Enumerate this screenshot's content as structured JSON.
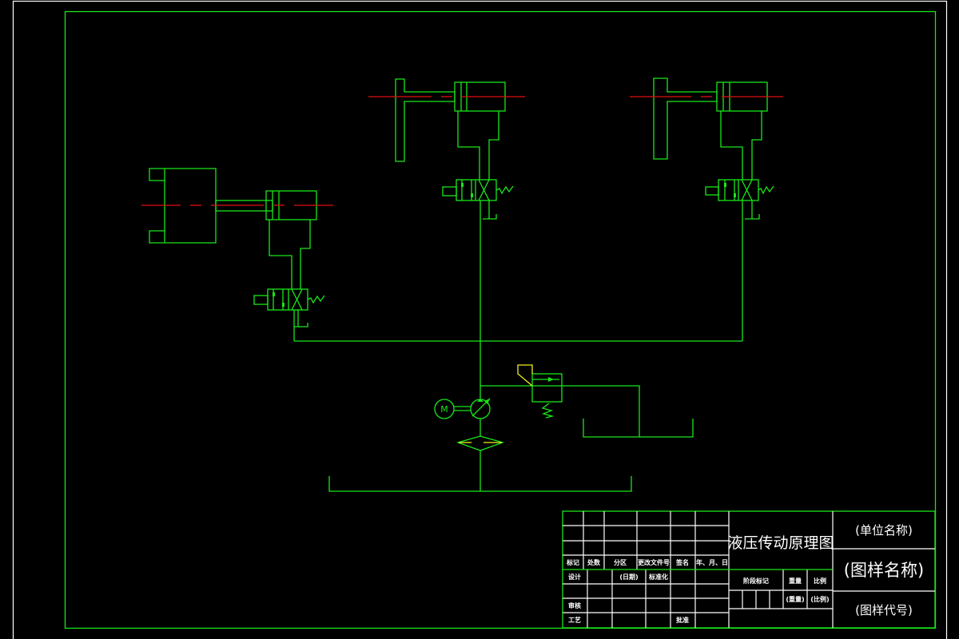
{
  "drawing": {
    "type": "hydraulic schematic",
    "title": "液压传动原理图",
    "colors": {
      "background": "#000000",
      "outer_frame": "#ffffff",
      "inner_frame": "#19e619",
      "lines": "#19e619",
      "centerline": "#e01010",
      "pilot_line": "#f0f020",
      "text": "#ffffff"
    },
    "components": [
      {
        "id": "clamp-cylinder-left",
        "kind": "hydraulic cylinder with clamp jaw"
      },
      {
        "id": "cylinder-top-center",
        "kind": "hydraulic cylinder with L-arm"
      },
      {
        "id": "cylinder-top-right",
        "kind": "hydraulic cylinder with L-arm"
      },
      {
        "id": "valve-left",
        "kind": "2-position directional valve, solenoid + spring"
      },
      {
        "id": "valve-center",
        "kind": "2-position directional valve, solenoid + spring"
      },
      {
        "id": "valve-right",
        "kind": "2-position directional valve, solenoid + spring"
      },
      {
        "id": "motor",
        "kind": "electric motor",
        "label": "M"
      },
      {
        "id": "pump",
        "kind": "variable displacement pump"
      },
      {
        "id": "relief-valve",
        "kind": "pressure relief valve"
      },
      {
        "id": "filter",
        "kind": "filter"
      },
      {
        "id": "tank-main",
        "kind": "reservoir"
      },
      {
        "id": "tank-return",
        "kind": "reservoir"
      }
    ]
  },
  "title_block": {
    "header_row": [
      "标记",
      "处数",
      "分区",
      "更改文件号",
      "签名",
      "年、月、日"
    ],
    "row_design": [
      "设计",
      "",
      "(日期)",
      "标准化",
      "",
      ""
    ],
    "row_review": [
      "审核"
    ],
    "row_process": [
      "工艺",
      "",
      "",
      "",
      "批准",
      ""
    ],
    "drawing_title": "液压传动原理图",
    "stage_mark_label": "阶段标记",
    "weight_label": "重量",
    "scale_label": "比例",
    "weight_value": "(重量)",
    "scale_value": "(比例)",
    "unit_name": "(单位名称)",
    "drawing_name": "(图样名称)",
    "drawing_code": "(图样代号)"
  },
  "motor_label": "M"
}
